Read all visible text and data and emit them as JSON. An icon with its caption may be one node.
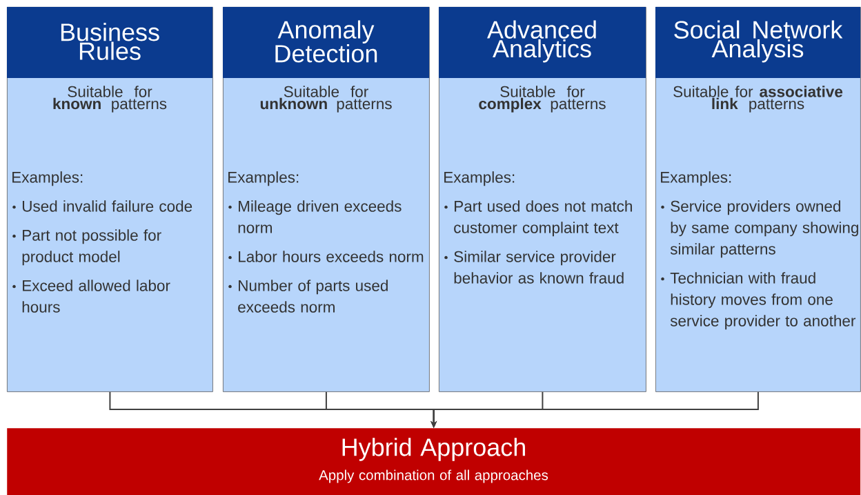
{
  "diagram": {
    "nodes": [
      {
        "text": [
          "Business Rules",
          "Suitable for **known** patterns",
          "Examples:",
          "Used invalid failure code",
          "Part not possible for product model",
          "Exceed allowed labor hours"
        ]
      },
      {
        "text": [
          "Anomaly Detection",
          "Suitable for **unknown** patterns",
          "Examples:",
          "Mileage driven exceeds norm",
          "Labor hours exceeds norm",
          "Number of parts used exceeds norm"
        ]
      },
      {
        "text": [
          "Advanced Analytics",
          "Suitable for **complex** patterns",
          "Examples:",
          "Part used does not match customer complaint text",
          "Similar service provider behavior as known fraud"
        ]
      },
      {
        "text": [
          "Social Network Analysis",
          "Suitable for **associative link** patterns",
          "Examples:",
          "Service providers owned by same company showing similar patterns",
          "Technician with fraud history moves from one service provider to another"
        ]
      },
      {
        "text": [
          "Hybrid Approach",
          "Apply combination of all approaches"
        ]
      }
    ],
    "edges": [
      {
        "from": 0,
        "to": 4,
        "arrow": "to"
      },
      {
        "from": 1,
        "to": 4,
        "arrow": "to"
      },
      {
        "from": 2,
        "to": 4,
        "arrow": "to"
      },
      {
        "from": 3,
        "to": 4,
        "arrow": "to"
      }
    ]
  }
}
